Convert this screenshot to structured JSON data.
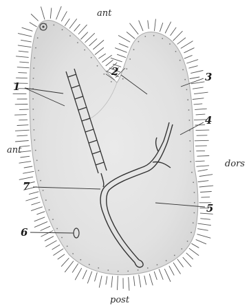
{
  "figure": {
    "orientation_labels": {
      "top": "ant",
      "left": "ant",
      "right": "dors",
      "bottom": "post"
    },
    "callouts": {
      "one": "1",
      "two": "2",
      "three": "3",
      "four": "4",
      "five": "5",
      "six": "6",
      "seven": "7"
    }
  }
}
